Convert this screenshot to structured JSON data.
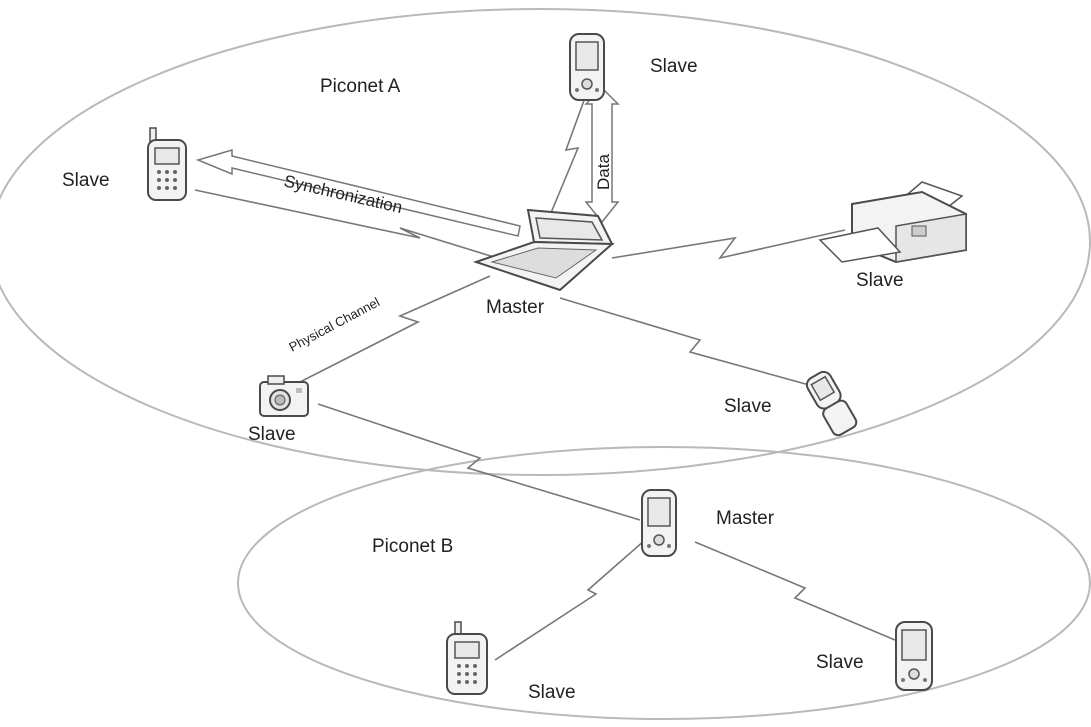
{
  "piconets": {
    "a": {
      "label": "Piconet A"
    },
    "b": {
      "label": "Piconet B"
    }
  },
  "roles": {
    "master_a": "Master",
    "master_b": "Master",
    "slave_top_pda": "Slave",
    "slave_phone_left": "Slave",
    "slave_printer": "Slave",
    "slave_flip_phone": "Slave",
    "slave_camera": "Slave",
    "slave_phone_bottom": "Slave",
    "slave_pda_bottom_right": "Slave"
  },
  "links": {
    "sync": "Synchronization",
    "data": "Data",
    "physical": "Physical Channel"
  },
  "icons": {
    "laptop": "laptop-icon",
    "pda": "pda-icon",
    "phone": "mobile-phone-icon",
    "printer": "printer-icon",
    "flip_phone": "flip-phone-icon",
    "camera": "camera-icon"
  }
}
